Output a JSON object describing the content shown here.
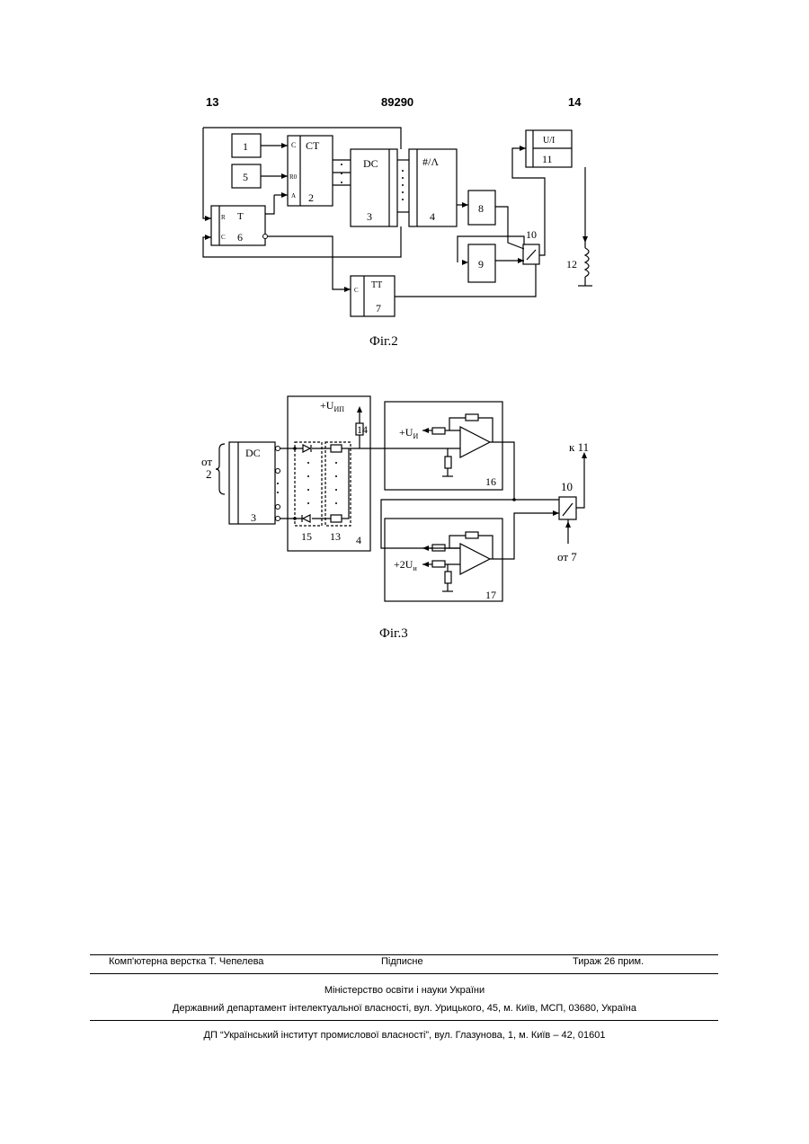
{
  "header": {
    "left_page": "13",
    "patent_number": "89290",
    "right_page": "14"
  },
  "figure2": {
    "caption": "Фіг.2",
    "blocks": {
      "b1": "1",
      "b5": "5",
      "counter_label": "CT",
      "counter_c": "C",
      "counter_r0": "R0",
      "counter_a": "A",
      "counter_num": "2",
      "decoder_label": "DC",
      "decoder_num": "3",
      "converter_label": "#/Λ",
      "converter_num": "4",
      "trigger_label": "T",
      "trigger_r": "R",
      "trigger_c": "C",
      "trigger_num": "6",
      "timer_label": "TT",
      "timer_c": "C",
      "timer_num": "7",
      "b8": "8",
      "b9": "9",
      "switch_num": "10",
      "amp_label": "U/I",
      "amp_num": "11",
      "coil_num": "12"
    }
  },
  "figure3": {
    "caption": "Фіг.3",
    "decoder_label": "DC",
    "decoder_num": "3",
    "from_label": "от",
    "from_num": "2",
    "supply_prefix": "+U",
    "supply_sub": "ИП",
    "resistor_num": "14",
    "diodes_num": "15",
    "resistors_num": "13",
    "block_num": "4",
    "ref1_prefix": "+U",
    "ref1_sub": "И",
    "ref2_prefix": "+2U",
    "ref2_sub": "и",
    "amp1_num": "16",
    "amp2_num": "17",
    "switch_num": "10",
    "to_label": "к 11",
    "from7_label": "от 7"
  },
  "footer": {
    "layout": "Комп'ютерна верстка Т. Чепелева",
    "signed": "Підписне",
    "circulation": "Тираж 26 прим.",
    "ministry": "Міністерство освіти і науки України",
    "department": "Державний департамент інтелектуальної власності, вул. Урицького, 45, м. Київ, МСП, 03680, Україна",
    "institute": "ДП “Український інститут промислової власності”, вул. Глазунова, 1, м. Київ – 42, 01601"
  }
}
